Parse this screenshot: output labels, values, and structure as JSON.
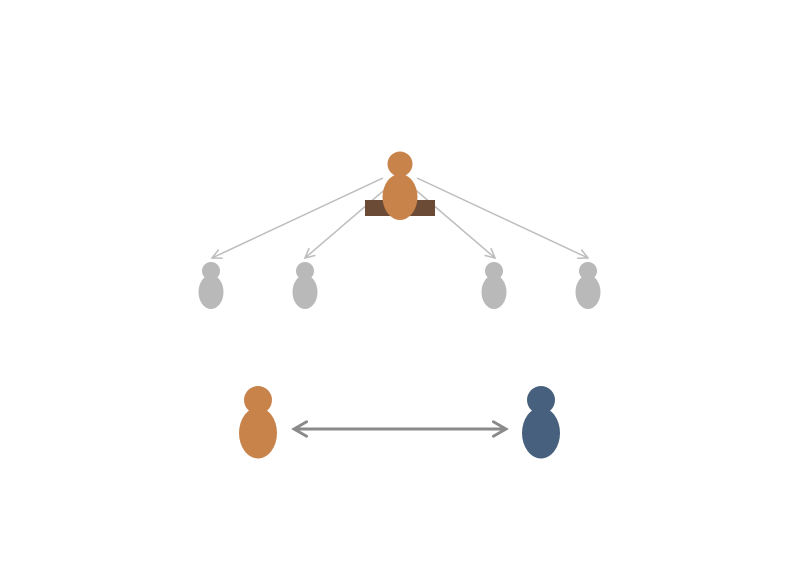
{
  "colors": {
    "background": "#ffffff",
    "teacher": "#c8834b",
    "desk": "#6b4a36",
    "student": "#b9b9b9",
    "peer_a": "#c8834b",
    "peer_b": "#46607d",
    "broadcast_arrow": "#bdbdbd",
    "exchange_arrow": "#8a8a8a"
  },
  "icons": {
    "person": "person-icon",
    "desk": "desk-icon"
  },
  "diagram": {
    "top_section": {
      "description_role": "one-to-many",
      "source": "teacher",
      "targets": [
        "student-1",
        "student-2",
        "student-3",
        "student-4"
      ]
    },
    "bottom_section": {
      "description_role": "one-to-one",
      "arrow": "bidirectional",
      "endpoints": [
        "peer-a",
        "peer-b"
      ]
    }
  }
}
